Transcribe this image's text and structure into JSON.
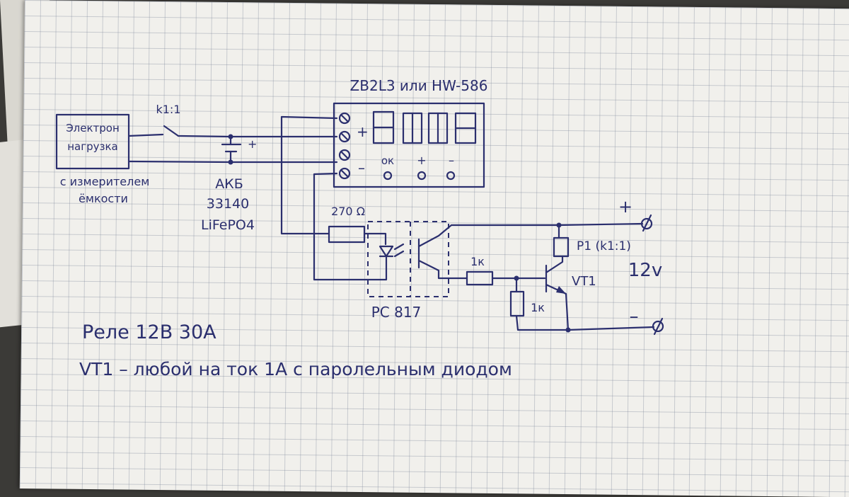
{
  "module_label": "ZB2L3 или HW-586",
  "load_label": {
    "line1": "Электрон",
    "line2": "нагрузка"
  },
  "meter_label": {
    "line1": "с измерителем",
    "line2": "ёмкости"
  },
  "switch_label": "k1:1",
  "battery_label": {
    "line1": "АКБ",
    "line2": "33140",
    "line3": "LiFePO4"
  },
  "resistor_270_label": "270 Ω",
  "optocoupler_label": "PC 817",
  "resistor_1k_a_label": "1к",
  "resistor_1k_b_label": "1к",
  "relay_label": "P1 (k1:1)",
  "transistor_label": "VT1",
  "voltage_label": "12v",
  "plus_sign": "+",
  "minus_sign": "–",
  "module_buttons": {
    "ok": "ок",
    "plus": "+",
    "minus": "–"
  },
  "note_relay": "Реле 12В 30А",
  "note_vt1": "VT1 – любой на ток 1А с паролельным диодом",
  "colors": {
    "ink": "#2b2f6e",
    "paper": "#f1f0ec",
    "grid": "#8a93a8"
  }
}
